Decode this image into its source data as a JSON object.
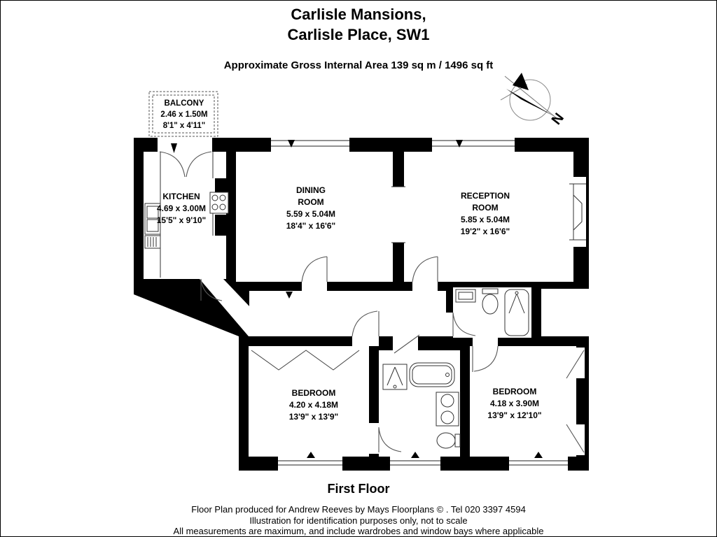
{
  "header": {
    "title_line1": "Carlisle Mansions,",
    "title_line2": "Carlisle Place, SW1",
    "area_line": "Approximate Gross Internal Area 139 sq m  /  1496 sq ft"
  },
  "compass": {
    "label": "N"
  },
  "rooms": {
    "balcony": {
      "name": "BALCONY",
      "metric": "2.46 x 1.50M",
      "imperial": "8'1\" x 4'11\""
    },
    "kitchen": {
      "name": "KITCHEN",
      "metric": "4.69 x 3.00M",
      "imperial": "15'5\" x 9'10\""
    },
    "dining_room": {
      "name_line1": "DINING",
      "name_line2": "ROOM",
      "metric": "5.59 x 5.04M",
      "imperial": "18'4\" x 16'6\""
    },
    "reception_room": {
      "name_line1": "RECEPTION",
      "name_line2": "ROOM",
      "metric": "5.85 x 5.04M",
      "imperial": "19'2\" x 16'6\""
    },
    "bedroom_left": {
      "name": "BEDROOM",
      "metric": "4.20 x 4.18M",
      "imperial": "13'9\" x 13'9\""
    },
    "bedroom_right": {
      "name": "BEDROOM",
      "metric": "4.18 x 3.90M",
      "imperial": "13'9\" x 12'10\""
    }
  },
  "footer": {
    "floor_label": "First Floor",
    "credit_line": "Floor Plan produced for Andrew Reeves by Mays Floorplans  © . Tel 020 3397 4594",
    "disclaimer_line1": "Illustration for identification purposes only, not to scale",
    "disclaimer_line2": "All measurements are maximum, and include wardrobes and window bays where applicable"
  },
  "colors": {
    "wall": "#000000",
    "background": "#ffffff",
    "fixture_line": "#444444"
  }
}
